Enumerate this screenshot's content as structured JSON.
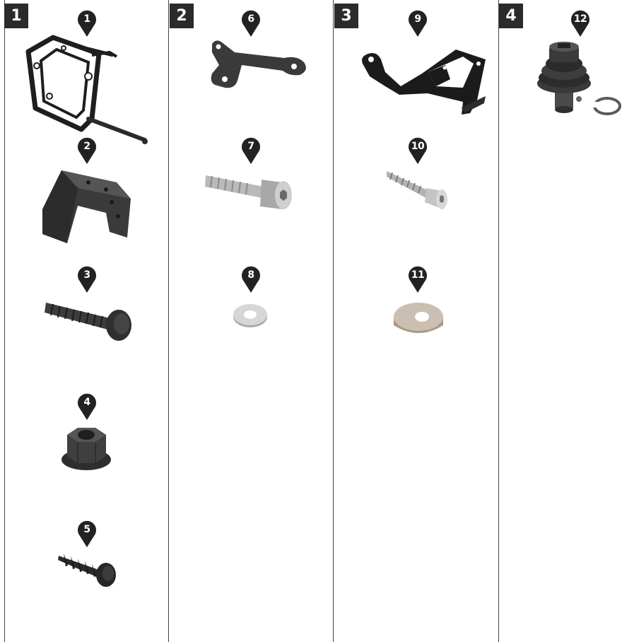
{
  "groups": [
    {
      "label": "1"
    },
    {
      "label": "2"
    },
    {
      "label": "3"
    },
    {
      "label": "4"
    }
  ],
  "parts": [
    {
      "number": "1",
      "icon": "side-carrier-frame-icon"
    },
    {
      "number": "2",
      "icon": "angle-bracket-block-icon"
    },
    {
      "number": "3",
      "icon": "button-head-bolt-icon"
    },
    {
      "number": "4",
      "icon": "flange-nut-icon"
    },
    {
      "number": "5",
      "icon": "self-tapping-screw-icon"
    },
    {
      "number": "6",
      "icon": "flat-plate-bracket-icon"
    },
    {
      "number": "7",
      "icon": "socket-head-bolt-icon"
    },
    {
      "number": "8",
      "icon": "washer-icon"
    },
    {
      "number": "9",
      "icon": "mounting-bracket-icon"
    },
    {
      "number": "10",
      "icon": "countersunk-screw-icon"
    },
    {
      "number": "11",
      "icon": "spacer-icon"
    },
    {
      "number": "12",
      "icon": "lock-pin-icon"
    }
  ]
}
